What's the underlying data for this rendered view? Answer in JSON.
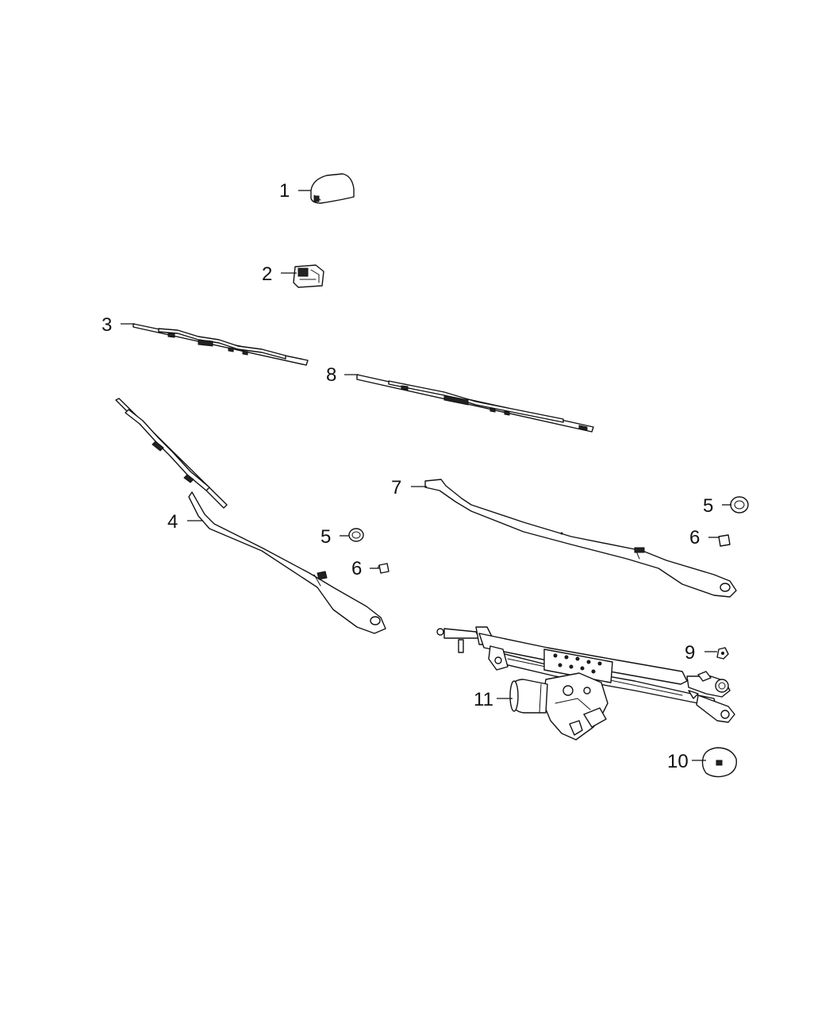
{
  "callouts": {
    "c1": "1",
    "c2": "2",
    "c3": "3",
    "c4": "4",
    "c5a": "5",
    "c5b": "5",
    "c6a": "6",
    "c6b": "6",
    "c7": "7",
    "c8": "8",
    "c9": "9",
    "c10": "10",
    "c11": "11"
  },
  "colors": {
    "line": "#111111",
    "background": "#ffffff"
  }
}
